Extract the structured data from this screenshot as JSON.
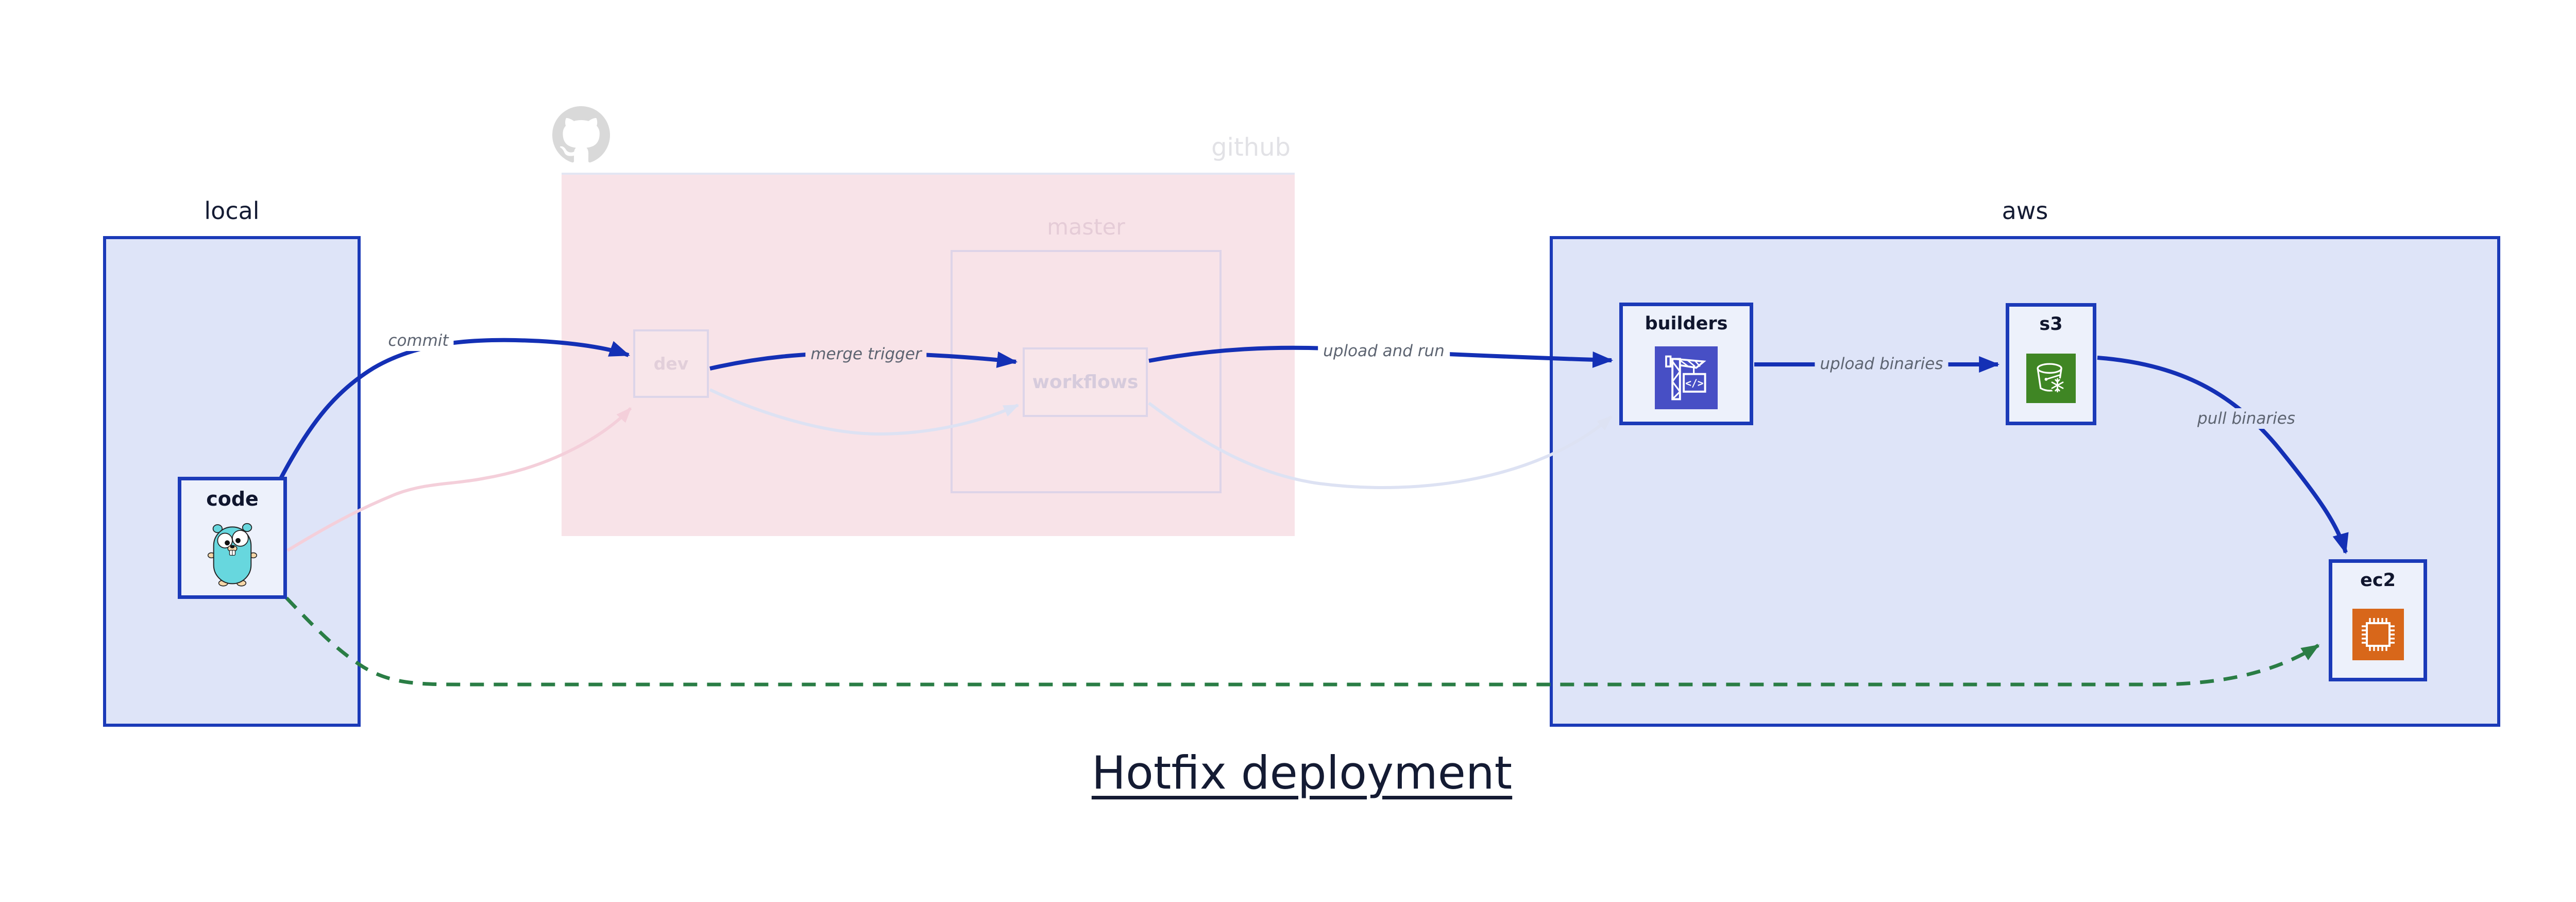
{
  "title": "Hotfix deployment",
  "containers": {
    "local": {
      "label": "local"
    },
    "github": {
      "label": "github",
      "master": {
        "label": "master"
      }
    },
    "aws": {
      "label": "aws"
    }
  },
  "nodes": {
    "code": {
      "label": "code",
      "icon": "gopher-icon"
    },
    "dev": {
      "label": "dev"
    },
    "workflows": {
      "label": "workflows"
    },
    "builders": {
      "label": "builders",
      "icon": "codebuild-crane-icon"
    },
    "s3": {
      "label": "s3",
      "icon": "s3-glacier-bucket-icon"
    },
    "ec2": {
      "label": "ec2",
      "icon": "ec2-chip-icon"
    }
  },
  "edges": [
    {
      "from": "code",
      "to": "dev",
      "label": "commit",
      "style": "solid-blue"
    },
    {
      "from": "dev",
      "to": "workflows",
      "label": "merge trigger",
      "style": "solid-blue"
    },
    {
      "from": "workflows",
      "to": "builders",
      "label": "upload and run",
      "style": "solid-blue"
    },
    {
      "from": "builders",
      "to": "s3",
      "label": "upload binaries",
      "style": "solid-blue"
    },
    {
      "from": "s3",
      "to": "ec2",
      "label": "pull binaries",
      "style": "solid-blue"
    },
    {
      "from": "code",
      "to": "ec2",
      "label": "",
      "style": "dashed-green"
    },
    {
      "from": "code",
      "to": "dev",
      "label": "",
      "style": "faded-pink"
    },
    {
      "from": "dev",
      "to": "workflows",
      "label": "",
      "style": "faded-lavender"
    },
    {
      "from": "workflows",
      "to": "builders",
      "label": "",
      "style": "faded-lavender"
    }
  ],
  "colors": {
    "container_fill": "#dee4f8",
    "container_border": "#1b3ab8",
    "node_fill": "#edf1fb",
    "edge_blue": "#1430b5",
    "edge_green": "#2a7d45",
    "edge_faded_pink": "#f4cfda",
    "edge_faded_lavender": "#dde2f3",
    "github_fill": "#f8e3e8",
    "github_gray": "#d9d9d9",
    "codebuild_indigo": "#474fc5",
    "s3_green": "#3f8624",
    "ec2_orange": "#d8671a",
    "gopher_teal": "#67d7de"
  }
}
